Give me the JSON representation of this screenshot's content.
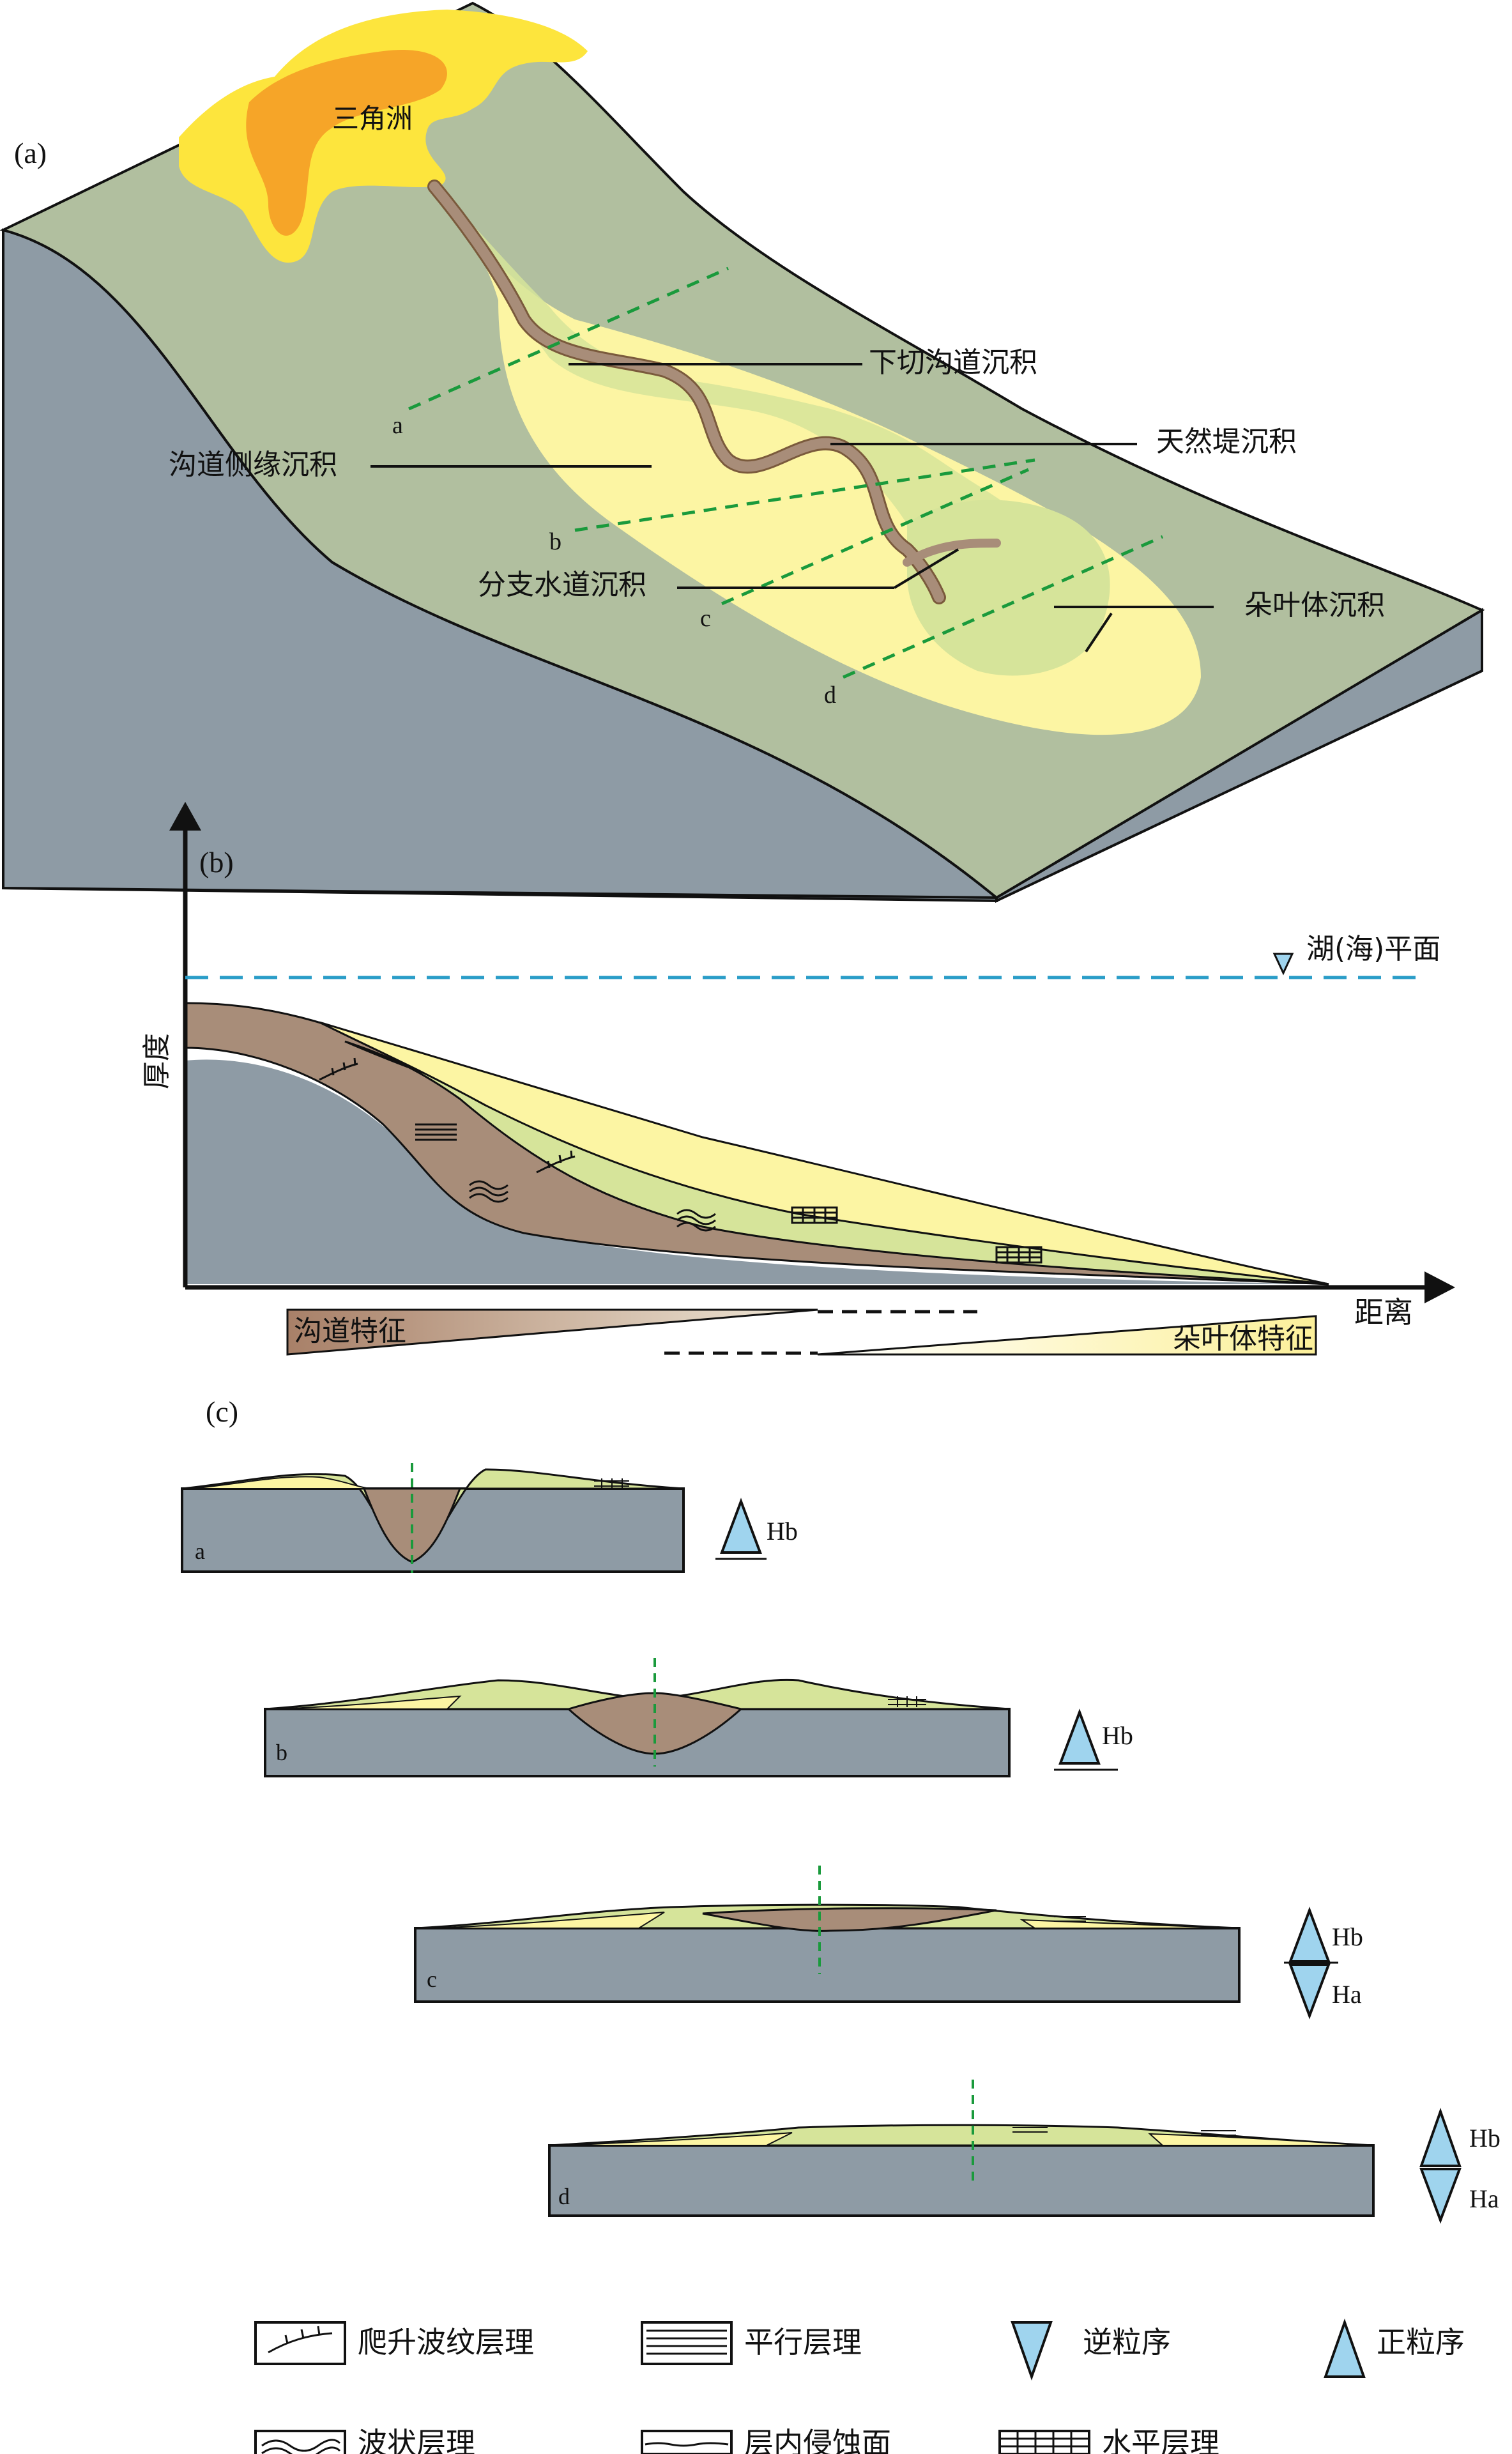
{
  "panel_a": {
    "tag": "(a)",
    "labels": {
      "delta": "三角洲",
      "incised_channel": "下切沟道沉积",
      "levee": "天然堤沉积",
      "channel_margin": "沟道侧缘沉积",
      "distributary_channel": "分支水道沉积",
      "lobe": "朵叶体沉积"
    },
    "section_letters": [
      "a",
      "b",
      "c",
      "d"
    ]
  },
  "panel_b": {
    "tag": "(b)",
    "y_axis_label": "厚度",
    "x_axis_label": "距离",
    "sea_level_label": "湖(海)平面",
    "channel_feature": "沟道特征",
    "lobe_feature": "朵叶体特征"
  },
  "panel_c": {
    "tag": "(c)",
    "sections": [
      {
        "letter": "a",
        "sequence": [
          "Hb"
        ]
      },
      {
        "letter": "b",
        "sequence": [
          "Hb"
        ]
      },
      {
        "letter": "c",
        "sequence": [
          "Hb",
          "Ha"
        ]
      },
      {
        "letter": "d",
        "sequence": [
          "Hb",
          "Ha"
        ]
      }
    ]
  },
  "legend": {
    "climbing_ripple": "爬升波纹层理",
    "parallel_bedding": "平行层理",
    "inverse_grading": "逆粒序",
    "normal_grading": "正粒序",
    "wavy_bedding": "波状层理",
    "internal_erosion": "层内侵蚀面",
    "horizontal_bedding": "水平层理"
  },
  "colors": {
    "slope_top": "#b1bf9f",
    "slope_side": "#8e9ba5",
    "delta_yellow": "#fde53d",
    "delta_orange": "#f6a528",
    "fan_yellow": "#fcf5a3",
    "levee_green": "#d6e49a",
    "channel_brown": "#a88d79",
    "sea_level_blue": "#2a9dc8",
    "section_green": "#1a9a3c",
    "triangle_blue": "#9fd4ee"
  }
}
